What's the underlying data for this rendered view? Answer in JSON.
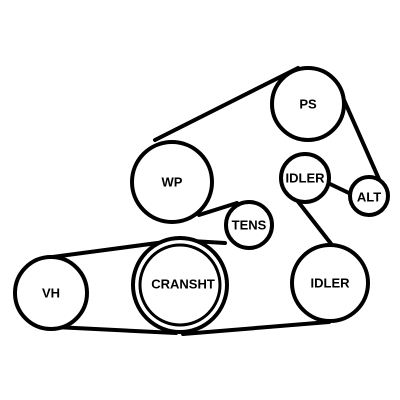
{
  "diagram": {
    "pulleys": {
      "ps": {
        "label": "PS"
      },
      "wp": {
        "label": "WP"
      },
      "idler_top": {
        "label": "IDLER"
      },
      "alt": {
        "label": "ALT"
      },
      "tens": {
        "label": "TENS"
      },
      "vh": {
        "label": "VH"
      },
      "cransht": {
        "label": "CRANSHT"
      },
      "idler_bottom": {
        "label": "IDLER"
      }
    },
    "belt_color": "#000000",
    "background_color": "#ffffff"
  }
}
